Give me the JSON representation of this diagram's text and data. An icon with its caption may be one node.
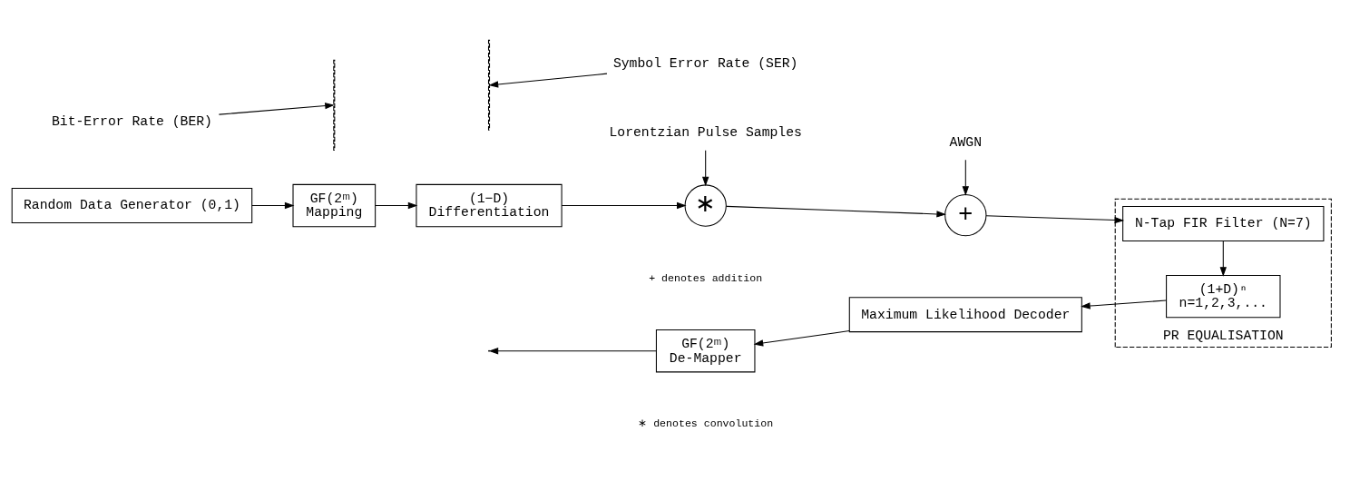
{
  "diagram": {
    "nodes": [
      {
        "text": [
          "Random Data Generator (0,1)"
        ]
      },
      {
        "text": [
          "GF(2ᵐ)",
          "Mapping"
        ]
      },
      {
        "text": [
          "(1−D)",
          "Differentiation"
        ]
      },
      {
        "text": [
          "Lorentzian Pulse Samples"
        ]
      },
      {
        "text": [
          "∗"
        ]
      },
      {
        "text": [
          "AWGN"
        ]
      },
      {
        "text": [
          "+"
        ]
      },
      {
        "text": [
          "PR EQUALISATION"
        ]
      },
      {
        "text": [
          "N-Tap FIR Filter (N=7)"
        ],
        "in": 7
      },
      {
        "text": [
          "(1+D)ⁿ",
          "n=1,2,3,..."
        ],
        "in": 7
      },
      {
        "text": [
          "Maximum Likelihood Decoder"
        ]
      },
      {
        "text": [
          "GF(2ᵐ)",
          "De-Mapper"
        ]
      },
      {
        "text": [
          "Bit-Error Rate (BER)"
        ]
      },
      {
        "text": [],
        "shape": "line"
      },
      {
        "text": [
          "Symbol Error Rate (SER)"
        ]
      },
      {
        "text": [],
        "shape": "line"
      }
    ],
    "edges": [
      {
        "from": 0,
        "to": 1,
        "arrow": "to"
      },
      {
        "from": 1,
        "to": 2,
        "arrow": "to"
      },
      {
        "from": 2,
        "to": 4,
        "arrow": "to"
      },
      {
        "from": 3,
        "to": 4,
        "arrow": "to"
      },
      {
        "from": 4,
        "to": 6,
        "arrow": "to"
      },
      {
        "from": 5,
        "to": 6,
        "arrow": "to"
      },
      {
        "from": 6,
        "to": 8,
        "arrow": "to"
      },
      {
        "from": 8,
        "to": 9,
        "arrow": "to"
      },
      {
        "from": 9,
        "to": 10,
        "arrow": "to"
      },
      {
        "from": 10,
        "to": 11,
        "arrow": "to"
      },
      {
        "from": 11,
        "to": null,
        "arrow": "to"
      },
      {
        "from": 12,
        "to": 13,
        "arrow": "to"
      },
      {
        "from": 14,
        "to": 15,
        "arrow": "to"
      }
    ],
    "labels": [
      "∗ denotes convolution",
      "+ denotes addition"
    ]
  }
}
